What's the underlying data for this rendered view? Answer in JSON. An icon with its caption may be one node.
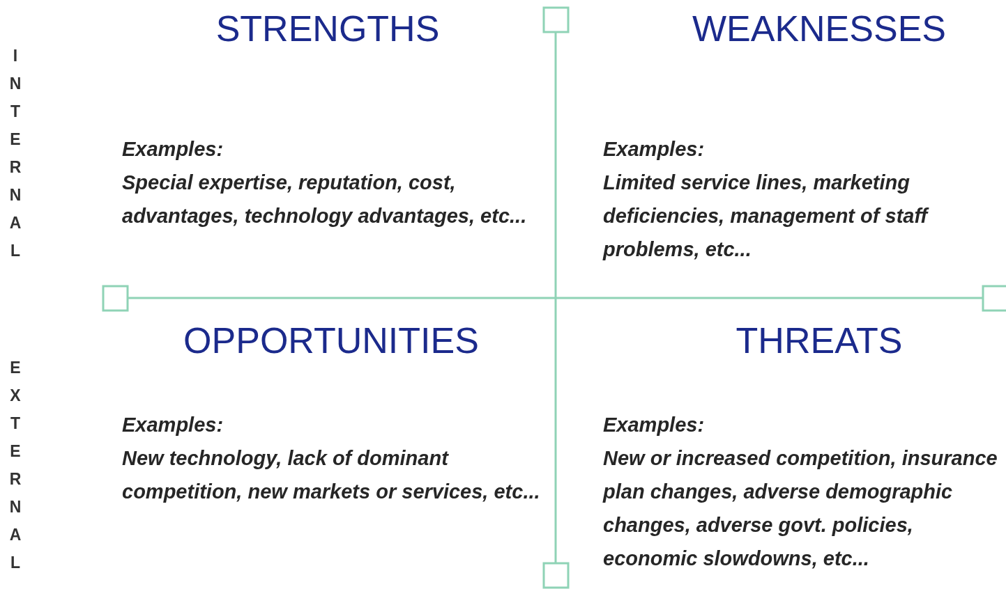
{
  "diagram": {
    "nodes": [
      {
        "text": [
          "STRENGTHS",
          "Examples:",
          "Special expertise, reputation, cost, advantages, technology advantages, etc..."
        ]
      },
      {
        "text": [
          "WEAKNESSES",
          "Examples:",
          "Limited service lines, marketing deficiencies, management of staff problems, etc..."
        ]
      },
      {
        "text": [
          "OPPORTUNITIES",
          "Examples:",
          "New technology, lack of dominant competition, new markets or services, etc..."
        ]
      },
      {
        "text": [
          "THREATS",
          "Examples:",
          "New or increased competition, insurance plan changes, adverse demographic changes, adverse govt. policies, economic slowdowns, etc..."
        ]
      }
    ],
    "edges": [],
    "labels": [
      "INTERNAL",
      "EXTERNAL"
    ]
  }
}
